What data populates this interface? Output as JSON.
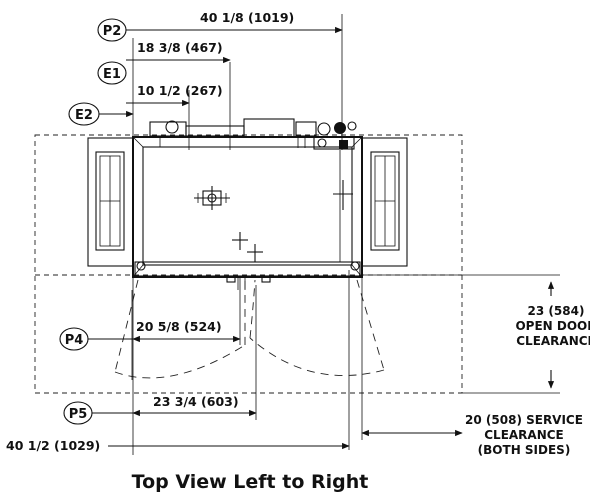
{
  "labels": {
    "p2": "P2",
    "e1": "E1",
    "e2": "E2",
    "p4": "P4",
    "p5": "P5"
  },
  "dimensions": {
    "overall_top": "40 1/8 (1019)",
    "e1_dim": "18 3/8 (467)",
    "e2_dim": "10 1/2 (267)",
    "p4_dim": "20 5/8 (524)",
    "p5_dim": "23 3/4 (603)",
    "overall_bottom": "40 1/2 (1029)"
  },
  "clearances": {
    "door_value": "23 (584)",
    "door_line1": "OPEN DOOR",
    "door_line2": "CLEARANCE",
    "service_value": "20 (508) SERVICE",
    "service_line1": "CLEARANCE",
    "service_line2": "(BOTH SIDES)"
  },
  "caption": "Top View Left to Right"
}
